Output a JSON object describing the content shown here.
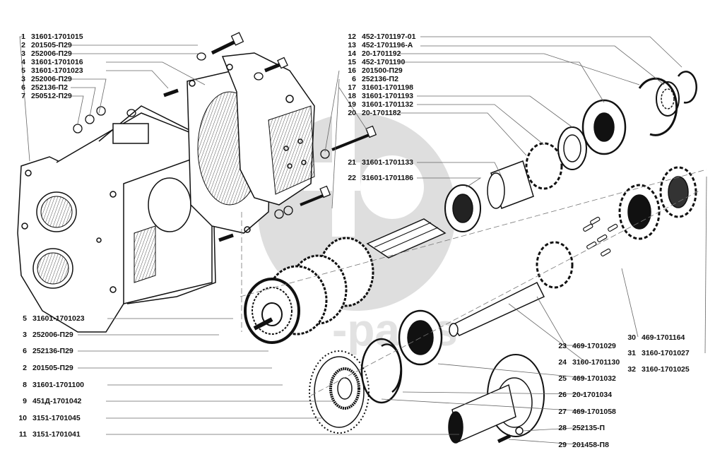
{
  "diagram": {
    "type": "exploded-parts-diagram",
    "subject": "transmission gearbox assembly",
    "watermark_text": "-parts",
    "callouts": [
      {
        "num": "1",
        "part": "31601-1701015"
      },
      {
        "num": "2",
        "part": "201505-П29"
      },
      {
        "num": "3",
        "part": "252006-П29"
      },
      {
        "num": "4",
        "part": "31601-1701016"
      },
      {
        "num": "5",
        "part": "31601-1701023"
      },
      {
        "num": "3",
        "part": "252006-П29"
      },
      {
        "num": "6",
        "part": "252136-П2"
      },
      {
        "num": "7",
        "part": "250512-П29"
      },
      {
        "num": "5",
        "part": "31601-1701023"
      },
      {
        "num": "3",
        "part": "252006-П29"
      },
      {
        "num": "6",
        "part": "252136-П29"
      },
      {
        "num": "2",
        "part": "201505-П29"
      },
      {
        "num": "8",
        "part": "31601-1701100"
      },
      {
        "num": "9",
        "part": "451Д-1701042"
      },
      {
        "num": "10",
        "part": "3151-1701045"
      },
      {
        "num": "11",
        "part": "3151-1701041"
      },
      {
        "num": "12",
        "part": "452-1701197-01"
      },
      {
        "num": "13",
        "part": "452-1701196-А"
      },
      {
        "num": "14",
        "part": "20-1701192"
      },
      {
        "num": "15",
        "part": "452-1701190"
      },
      {
        "num": "16",
        "part": "201500-П29"
      },
      {
        "num": "6",
        "part": "252136-П2"
      },
      {
        "num": "17",
        "part": "31601-1701198"
      },
      {
        "num": "18",
        "part": "31601-1701193"
      },
      {
        "num": "19",
        "part": "31601-1701132"
      },
      {
        "num": "20",
        "part": "20-1701182"
      },
      {
        "num": "21",
        "part": "31601-1701133"
      },
      {
        "num": "22",
        "part": "31601-1701186"
      },
      {
        "num": "23",
        "part": "469-1701029"
      },
      {
        "num": "24",
        "part": "3160-1701130"
      },
      {
        "num": "25",
        "part": "469-1701032"
      },
      {
        "num": "26",
        "part": "20-1701034"
      },
      {
        "num": "27",
        "part": "469-1701058"
      },
      {
        "num": "28",
        "part": "252135-П"
      },
      {
        "num": "29",
        "part": "201458-П8"
      },
      {
        "num": "30",
        "part": "469-1701164"
      },
      {
        "num": "31",
        "part": "3160-1701027"
      },
      {
        "num": "32",
        "part": "3160-1701025"
      }
    ]
  }
}
